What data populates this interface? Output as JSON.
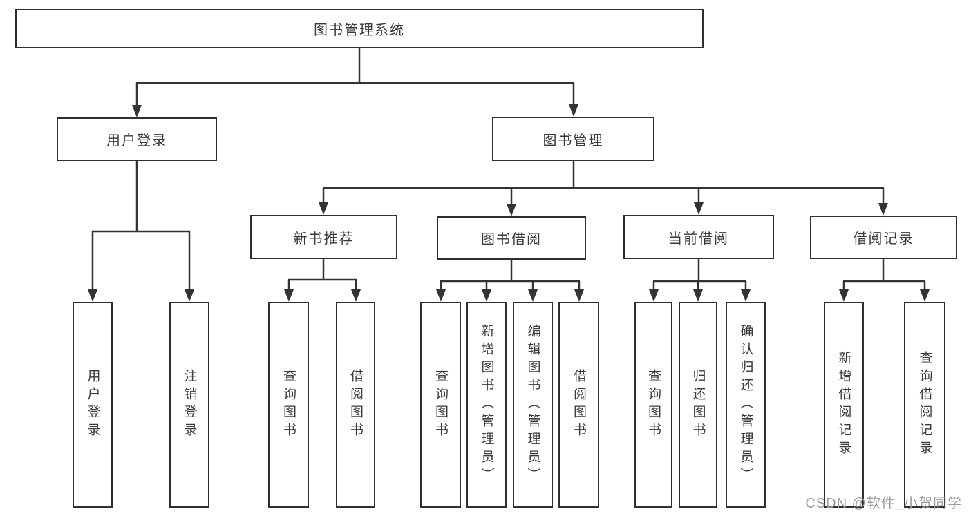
{
  "diagram": {
    "title": "图书管理系统",
    "watermark": "CSDN @软件_小贺同学",
    "colors": {
      "line": "#333333",
      "box_border": "#2f2f2f",
      "text": "#3a3a3a",
      "watermark": "#9d9d9d",
      "background": "#ffffff"
    },
    "hierarchy": {
      "图书管理系统": {
        "用户登录": [
          "用户登录",
          "注销登录"
        ],
        "图书管理": {
          "新书推荐": [
            "查询图书",
            "借阅图书"
          ],
          "图书借阅": [
            "查询图书",
            "新增图书（管理员）",
            "编辑图书（管理员）",
            "借阅图书"
          ],
          "当前借阅": [
            "查询图书",
            "归还图书",
            "确认归还（管理员）"
          ],
          "借阅记录": [
            "新增借阅记录",
            "查询借阅记录"
          ]
        }
      }
    }
  },
  "nodes": {
    "root": {
      "label": "图书管理系统"
    },
    "user_login": {
      "label": "用户登录"
    },
    "book_mgmt": {
      "label": "图书管理"
    },
    "new_book_rec": {
      "label": "新书推荐"
    },
    "book_borrow": {
      "label": "图书借阅"
    },
    "current_borrow": {
      "label": "当前借阅"
    },
    "borrow_record": {
      "label": "借阅记录"
    },
    "leaf_user_login": {
      "label": "用户登录"
    },
    "leaf_logout": {
      "label": "注销登录"
    },
    "leaf_nbr_query": {
      "label": "查询图书"
    },
    "leaf_nbr_borrow": {
      "label": "借阅图书"
    },
    "leaf_bb_query": {
      "label": "查询图书"
    },
    "leaf_bb_add": {
      "label": "新增图书（管理员）"
    },
    "leaf_bb_edit": {
      "label": "编辑图书（管理员）"
    },
    "leaf_bb_borrow": {
      "label": "借阅图书"
    },
    "leaf_cb_query": {
      "label": "查询图书"
    },
    "leaf_cb_return": {
      "label": "归还图书"
    },
    "leaf_cb_confirm": {
      "label": "确认归还（管理员）"
    },
    "leaf_br_add": {
      "label": "新增借阅记录"
    },
    "leaf_br_query": {
      "label": "查询借阅记录"
    }
  },
  "watermark": {
    "text": "CSDN @软件_小贺同学"
  }
}
